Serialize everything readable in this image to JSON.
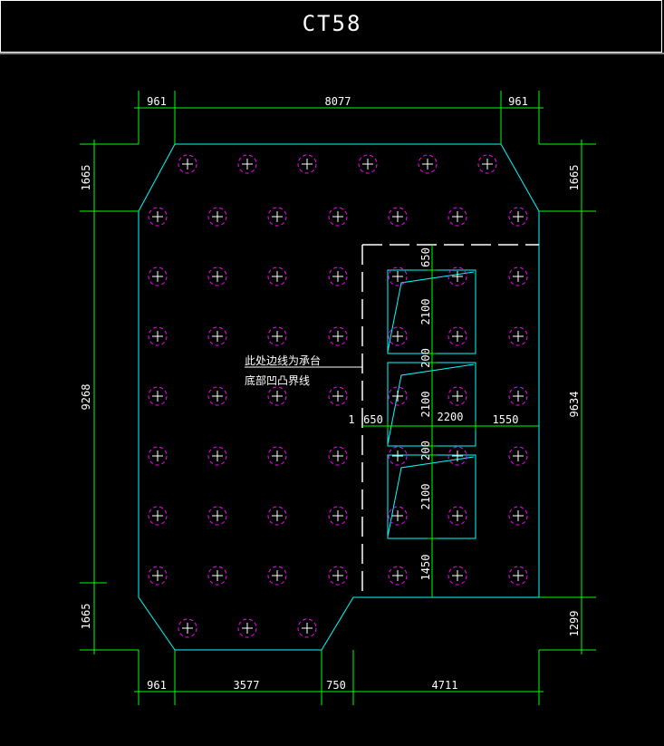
{
  "title": "CT58",
  "dimensions": {
    "top": [
      "961",
      "8077",
      "961"
    ],
    "bottom": [
      "961",
      "3577",
      "750",
      "4711"
    ],
    "left": [
      "1665",
      "9268",
      "1665"
    ],
    "right": [
      "1665",
      "9634",
      "1299"
    ],
    "pit_vertical": [
      "650",
      "2100",
      "200",
      "2100",
      "200",
      "2100",
      "1450"
    ],
    "pit_horizontal": [
      "1",
      "650",
      "2200",
      "1550"
    ]
  },
  "note": {
    "line1": "此处边线为承台",
    "line2": "底部凹凸界线"
  },
  "colors": {
    "outline": "#00ffff",
    "dimension": "#00ff00",
    "pile": "#ff00ff",
    "pile_cross": "#ffffff",
    "text": "#ffffff"
  }
}
